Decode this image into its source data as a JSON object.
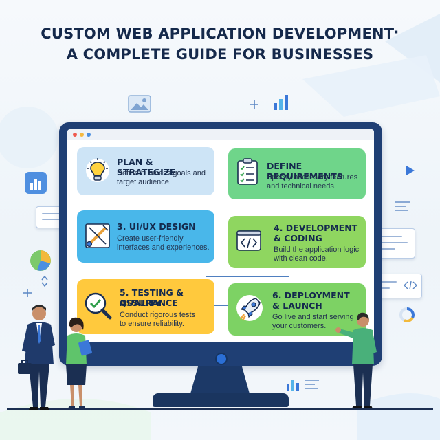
{
  "header": {
    "title_line1": "CUSTOM WEB APPLICATION DEVELOPMENT:",
    "title_line2": "A COMPLETE GUIDE FOR BUSINESSES"
  },
  "steps": [
    {
      "title": "PLAN & STRATEGIZE",
      "desc_line1": "Define business goals and",
      "desc_line2": "target audience.",
      "icon": "lightbulb-icon",
      "color": "#cbe4f6"
    },
    {
      "title": "DEFINE REQUIREMENTS",
      "desc_line1": "Specify necessary features",
      "desc_line2": "and technical needs.",
      "icon": "checklist-icon",
      "color": "#6fd58a"
    },
    {
      "title": "3. UI/UX DESIGN",
      "desc_line1": "Create user-friendly",
      "desc_line2": "interfaces and experiences.",
      "icon": "design-tools-icon",
      "color": "#49b7ea"
    },
    {
      "title_line1": "4. DEVELOPMENT",
      "title_line2": "& CODING",
      "desc_line1": "Build the application logic",
      "desc_line2": "with clean code.",
      "icon": "code-icon",
      "color": "#8fd660"
    },
    {
      "title_line1": "5. TESTING & QUALITY",
      "title_line2": "ASSURANCE",
      "desc_line1": "Conduct rigorous tests",
      "desc_line2": "to ensure reliability.",
      "icon": "magnifier-check-icon",
      "color": "#ffc93d"
    },
    {
      "title_line1": "6. DEPLOYMENT",
      "title_line2": "& LAUNCH",
      "desc_line1": "Go live and start serving",
      "desc_line2": "your customers.",
      "icon": "rocket-icon",
      "color": "#7dd264"
    }
  ],
  "colors": {
    "title": "#15294b",
    "monitor_frame": "#1f3f74",
    "accent_blue": "#2b6fd6"
  }
}
